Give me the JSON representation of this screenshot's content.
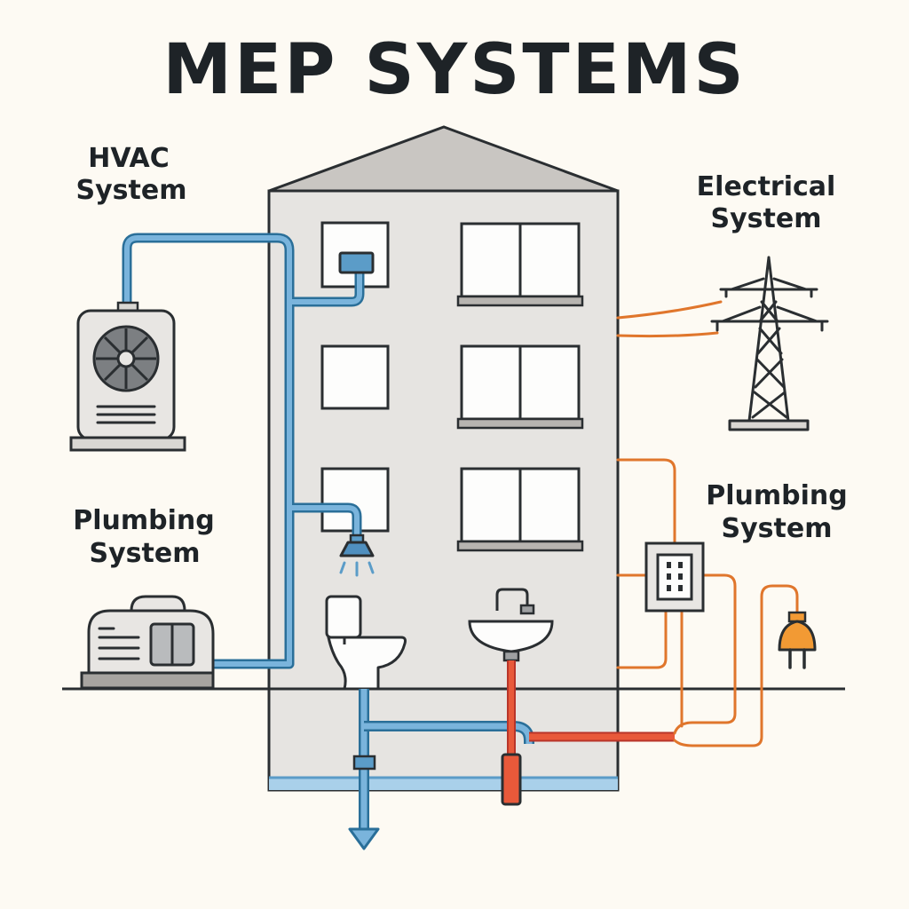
{
  "diagram": {
    "title": "MEP SYSTEMS",
    "labels": {
      "hvac": {
        "line1": "HVAC",
        "line2": "System"
      },
      "electrical": {
        "line1": "Electrical",
        "line2": "System"
      },
      "plumbing_left": {
        "line1": "Plumbing",
        "line2": "System"
      },
      "plumbing_right": {
        "line1": "Plumbing",
        "line2": "System"
      }
    },
    "colors": {
      "background": "#fdfaf3",
      "outline": "#2a2e31",
      "building": "#e6e4e1",
      "roof": "#c9c6c2",
      "hvac_pipe": "#5b9cc8",
      "hvac_pipe_light": "#a9d0ea",
      "electrical_wire": "#e0762c",
      "hot_pipe": "#e8593a"
    },
    "icons": [
      "outdoor-ac-unit-icon",
      "water-heater-icon",
      "air-vent-icon",
      "shower-head-icon",
      "toilet-icon",
      "sink-faucet-icon",
      "transmission-tower-icon",
      "electrical-panel-icon",
      "power-plug-icon",
      "drain-arrow-icon"
    ]
  }
}
